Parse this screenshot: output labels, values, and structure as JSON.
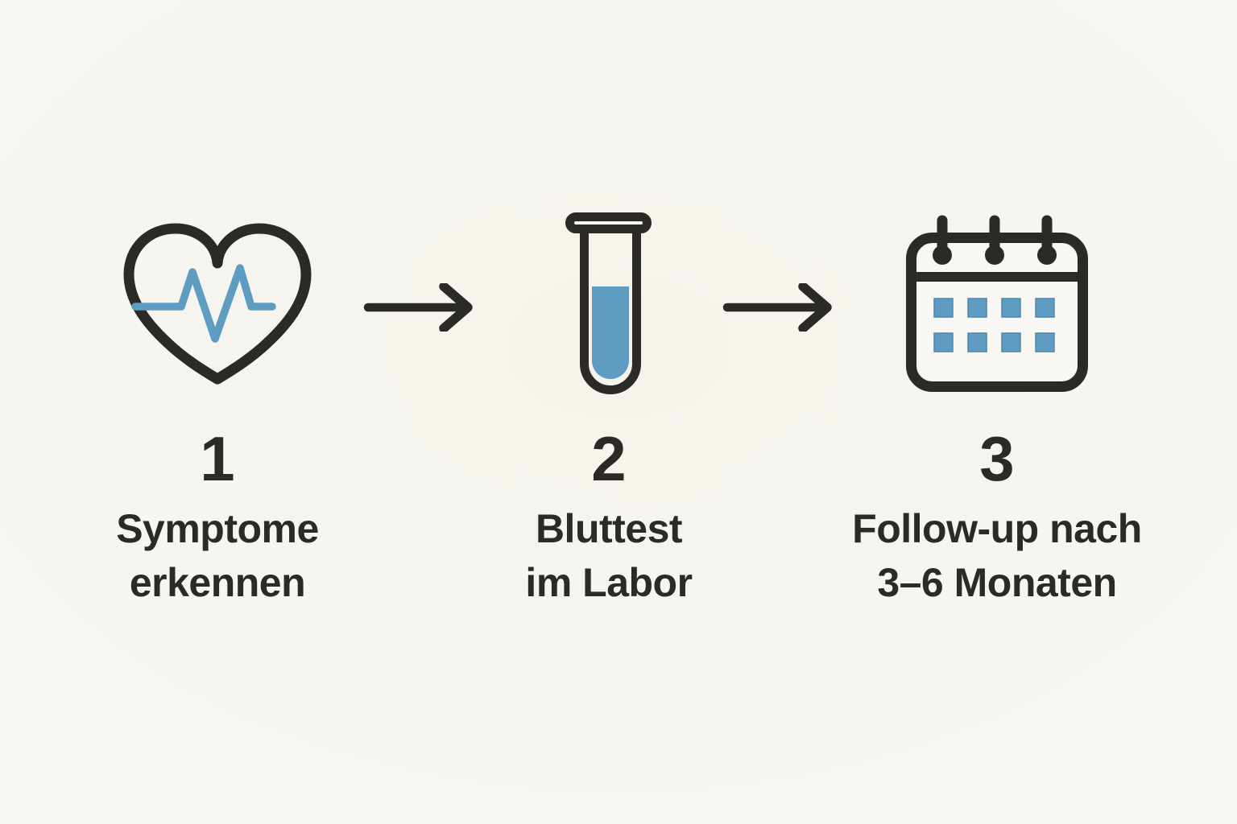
{
  "colors": {
    "background": "#f8f6f1",
    "ink": "#2b2a27",
    "accent_blue": "#5e9cc2"
  },
  "steps": [
    {
      "number": "1",
      "label_line1": "Symptome",
      "label_line2": "erkennen",
      "icon": "heart-pulse-icon"
    },
    {
      "number": "2",
      "label_line1": "Bluttest",
      "label_line2": "im Labor",
      "icon": "test-tube-icon"
    },
    {
      "number": "3",
      "label_line1": "Follow-up nach",
      "label_line2": "3–6 Monaten",
      "icon": "calendar-icon"
    }
  ],
  "connectors": [
    {
      "icon": "arrow-right-icon"
    },
    {
      "icon": "arrow-right-icon"
    }
  ]
}
